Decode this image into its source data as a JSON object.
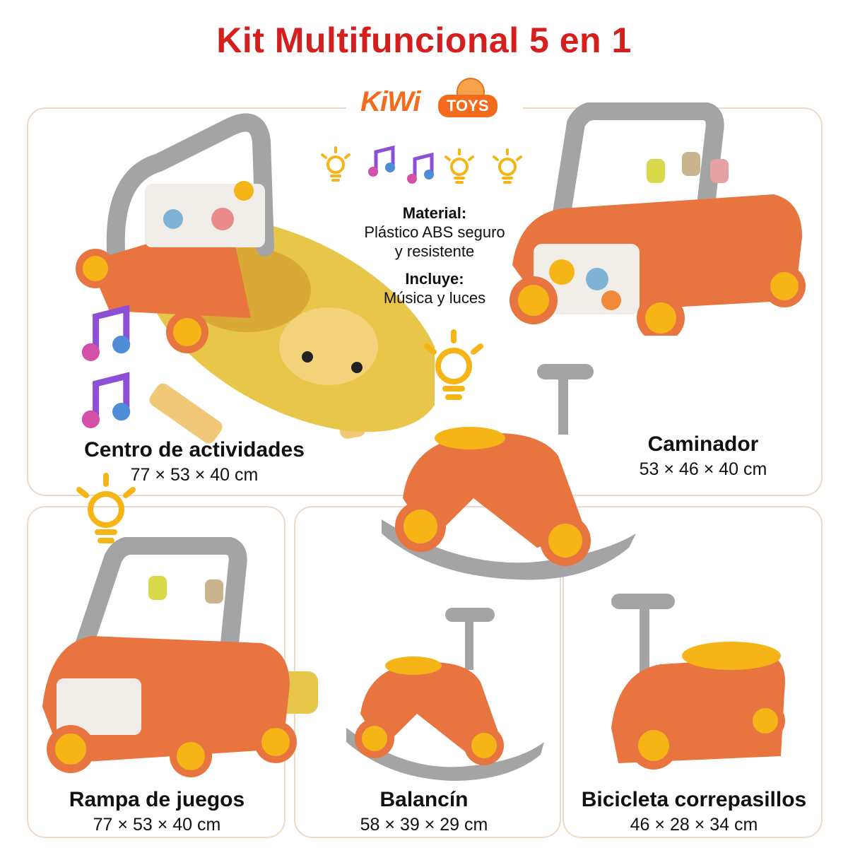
{
  "title": "Kit Multifuncional 5 en 1",
  "logo": {
    "word": "KiWi",
    "badge": "TOYS"
  },
  "info": {
    "material_heading": "Material:",
    "material_lines": [
      "Plástico ABS seguro",
      "y resistente"
    ],
    "includes_heading": "Incluye:",
    "includes_text": "Música y luces"
  },
  "products": [
    {
      "name": "Centro de actividades",
      "size": "77 × 53 × 40 cm"
    },
    {
      "name": "Caminador",
      "size": "53 × 46 × 40 cm"
    },
    {
      "name": "Rampa de juegos",
      "size": "77 × 53 × 40 cm"
    },
    {
      "name": "Balancín",
      "size": "58 × 39 × 29 cm"
    },
    {
      "name": "Bicicleta correpasillos",
      "size": "46 × 28 × 34 cm"
    }
  ],
  "colors": {
    "title": "#d41f1f",
    "toy_orange": "#e8753f",
    "toy_yellow": "#f5b517",
    "toy_gray": "#a4a4a4",
    "mat_yellow": "#e8c64a",
    "panel_border": "#ecd9c8",
    "bulb": "#f5b517"
  },
  "icons": [
    "lightbulb-icon",
    "music-note-icon"
  ]
}
